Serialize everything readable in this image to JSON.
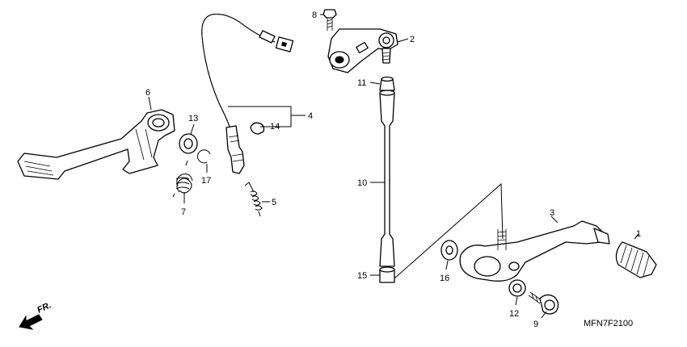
{
  "callouts": [
    "1",
    "2",
    "3",
    "4",
    "5",
    "6",
    "7",
    "8",
    "9",
    "10",
    "11",
    "12",
    "13",
    "14",
    "15",
    "16",
    "17"
  ],
  "direction_label": "FR.",
  "diagram_code": "MFN7F2100"
}
